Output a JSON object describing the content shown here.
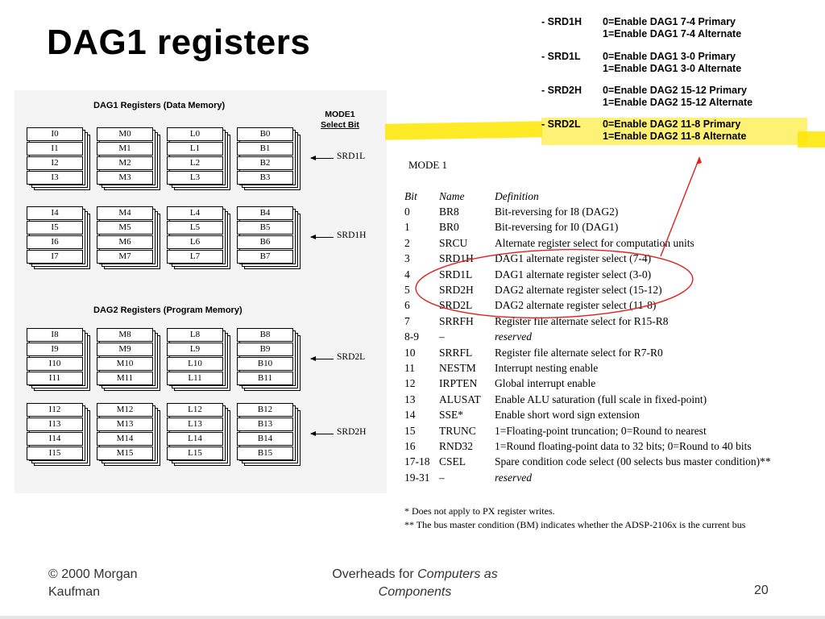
{
  "title": "DAG1 registers",
  "dag1": {
    "title": "DAG1 Registers (Data Memory)",
    "groups": [
      {
        "rows": [
          [
            "I0",
            "M0",
            "L0",
            "B0"
          ],
          [
            "I1",
            "M1",
            "L1",
            "B1"
          ],
          [
            "I2",
            "M2",
            "L2",
            "B2"
          ],
          [
            "I3",
            "M3",
            "L3",
            "B3"
          ]
        ],
        "select": "SRD1L"
      },
      {
        "rows": [
          [
            "I4",
            "M4",
            "L4",
            "B4"
          ],
          [
            "I5",
            "M5",
            "L5",
            "B5"
          ],
          [
            "I6",
            "M6",
            "L6",
            "B6"
          ],
          [
            "I7",
            "M7",
            "L7",
            "B7"
          ]
        ],
        "select": "SRD1H"
      }
    ]
  },
  "dag2": {
    "title": "DAG2 Registers (Program Memory)",
    "groups": [
      {
        "rows": [
          [
            "I8",
            "M8",
            "L8",
            "B8"
          ],
          [
            "I9",
            "M9",
            "L9",
            "B9"
          ],
          [
            "I10",
            "M10",
            "L10",
            "B10"
          ],
          [
            "I11",
            "M11",
            "L11",
            "B11"
          ]
        ],
        "select": "SRD2L"
      },
      {
        "rows": [
          [
            "I12",
            "M12",
            "L12",
            "B12"
          ],
          [
            "I13",
            "M13",
            "L13",
            "B13"
          ],
          [
            "I14",
            "M14",
            "L14",
            "B14"
          ],
          [
            "I15",
            "M15",
            "L15",
            "B15"
          ]
        ],
        "select": "SRD2H"
      }
    ]
  },
  "mode_header": {
    "line1": "MODE1",
    "line2": "Select Bit"
  },
  "legend": [
    {
      "name": "- SRD1H",
      "line1": "0=Enable DAG1 7-4 Primary",
      "line2": "1=Enable DAG1 7-4 Alternate"
    },
    {
      "name": "- SRD1L",
      "line1": "0=Enable DAG1 3-0 Primary",
      "line2": "1=Enable DAG1 3-0 Alternate"
    },
    {
      "name": "- SRD2H",
      "line1": "0=Enable DAG2 15-12 Primary",
      "line2": "1=Enable DAG2 15-12 Alternate"
    },
    {
      "name": "- SRD2L",
      "line1": "0=Enable DAG2 11-8 Primary",
      "line2": "1=Enable DAG2 11-8 Alternate"
    }
  ],
  "mode1_label": "MODE 1",
  "bit_table": {
    "headers": [
      "Bit",
      "Name",
      "Definition"
    ],
    "rows": [
      [
        "0",
        "BR8",
        "Bit-reversing for I8 (DAG2)"
      ],
      [
        "1",
        "BR0",
        "Bit-reversing for I0 (DAG1)"
      ],
      [
        "2",
        "SRCU",
        "Alternate register select for computation units"
      ],
      [
        "3",
        "SRD1H",
        "DAG1 alternate register select (7-4)"
      ],
      [
        "4",
        "SRD1L",
        "DAG1 alternate register select (3-0)"
      ],
      [
        "5",
        "SRD2H",
        "DAG2 alternate register select (15-12)"
      ],
      [
        "6",
        "SRD2L",
        "DAG2 alternate register select (11-8)"
      ],
      [
        "7",
        "SRRFH",
        "Register file alternate select for R15-R8"
      ],
      [
        "8-9",
        "–",
        "reserved"
      ],
      [
        "10",
        "SRRFL",
        "Register file alternate select for R7-R0"
      ],
      [
        "11",
        "NESTM",
        "Interrupt nesting enable"
      ],
      [
        "12",
        "IRPTEN",
        "Global interrupt enable"
      ],
      [
        "13",
        "ALUSAT",
        "Enable ALU saturation (full scale in fixed-point)"
      ],
      [
        "14",
        "SSE*",
        "Enable short word sign extension"
      ],
      [
        "15",
        "TRUNC",
        "1=Floating-point truncation; 0=Round to nearest"
      ],
      [
        "16",
        "RND32",
        "1=Round floating-point data to 32 bits; 0=Round to 40 bits"
      ],
      [
        "17-18",
        "CSEL",
        "Spare condition code select (00 selects bus master condition)**"
      ],
      [
        "19-31",
        "–",
        "reserved"
      ]
    ],
    "notes": [
      "* Does not apply to PX register writes.",
      "** The bus master condition (BM) indicates whether the ADSP-2106x is the current bus"
    ]
  },
  "footer": {
    "copyright_line1": "© 2000 Morgan",
    "copyright_line2": "Kaufman",
    "center_prefix": "Overheads for ",
    "center_italic1": "Computers as",
    "center_italic2": "Components",
    "page": "20"
  },
  "colors": {
    "highlight": "#ffe600",
    "annotation": "#e0201e"
  }
}
